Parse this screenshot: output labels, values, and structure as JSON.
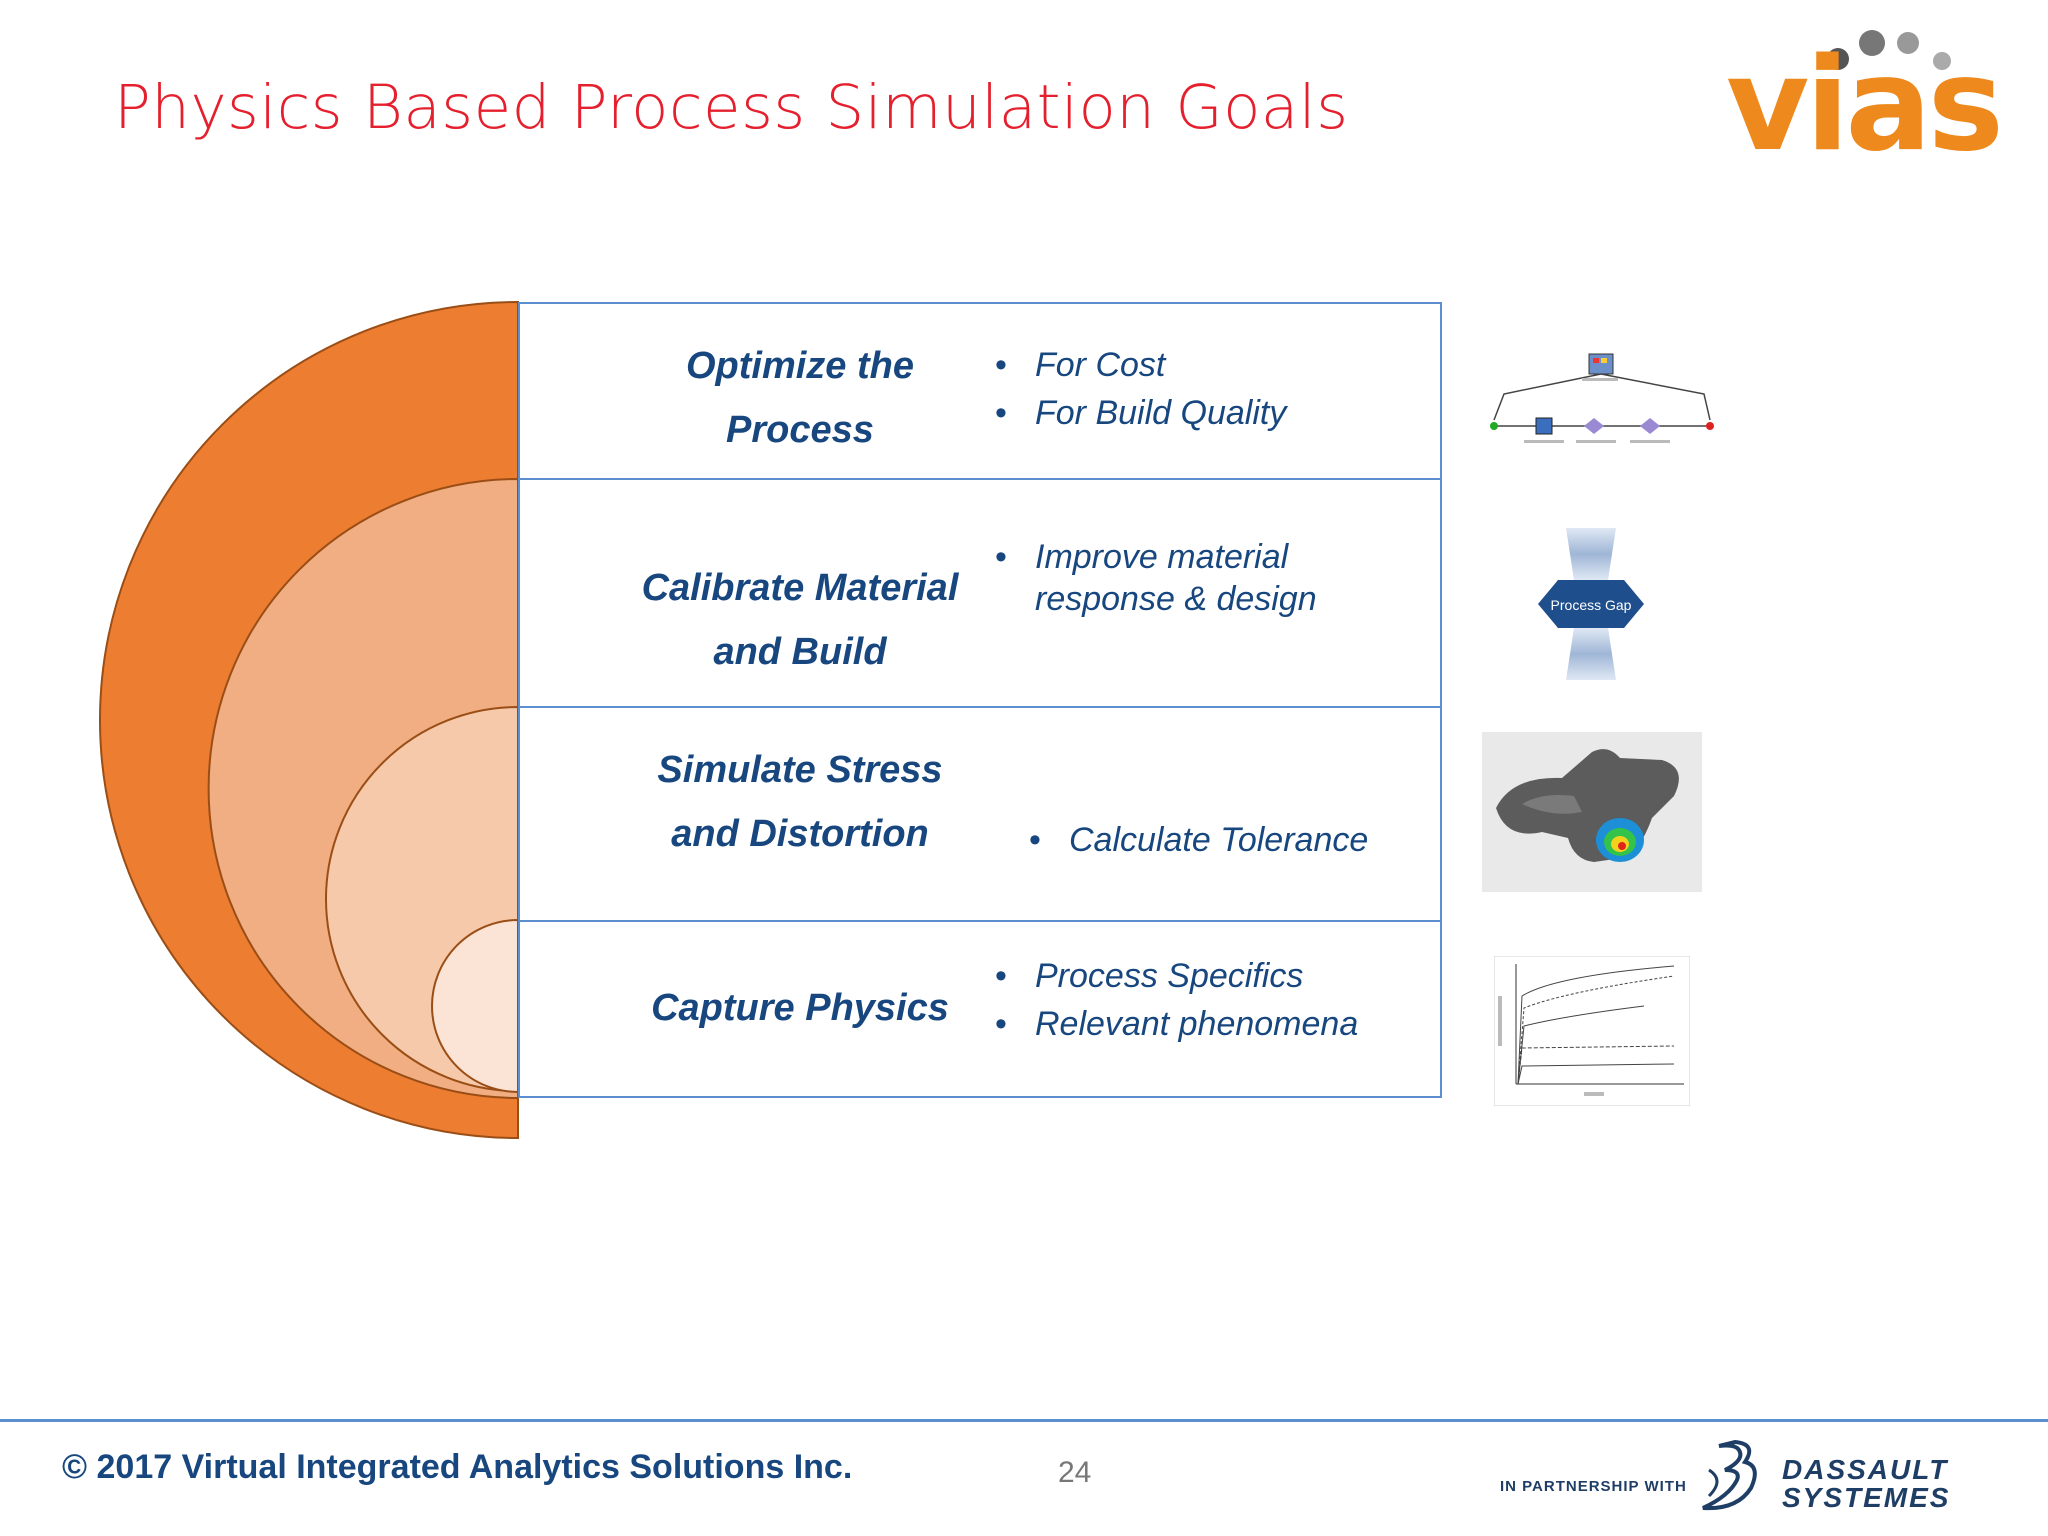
{
  "slide": {
    "title": "Physics Based Process Simulation Goals",
    "logo_text": "vias",
    "rows": [
      {
        "title_lines": [
          "Optimize the",
          "Process"
        ],
        "bullets": [
          "For Cost",
          "For Build Quality"
        ],
        "thumbnail": "process-workflow-diagram-icon"
      },
      {
        "title_lines": [
          "Calibrate Material",
          "and Build"
        ],
        "bullets": [
          "Improve material\nresponse & design"
        ],
        "thumbnail": "process-gap-diagram-icon",
        "thumbnail_label": "Process Gap"
      },
      {
        "title_lines": [
          "Simulate Stress",
          "and Distortion"
        ],
        "bullets": [
          "Calculate Tolerance"
        ],
        "thumbnail": "stress-contour-part-icon"
      },
      {
        "title_lines": [
          "Capture Physics"
        ],
        "bullets": [
          "Process Specifics",
          "Relevant phenomena"
        ],
        "thumbnail": "stress-strain-chart-icon"
      }
    ],
    "colors": {
      "title": "#e5202e",
      "text": "#17477e",
      "border": "#5b8fd0",
      "arc_1": "#ed7d31",
      "arc_2": "#f1ae83",
      "arc_3": "#f6c9aa",
      "arc_4": "#fbe4d6",
      "logo_orange": "#ee8a1d"
    }
  },
  "footer": {
    "copyright": "© 2017 Virtual Integrated Analytics Solutions Inc.",
    "page_number": "24",
    "partner_text": "IN PARTNERSHIP WITH",
    "partner_name_line1": "DASSAULT",
    "partner_name_line2": "SYSTEMES"
  }
}
